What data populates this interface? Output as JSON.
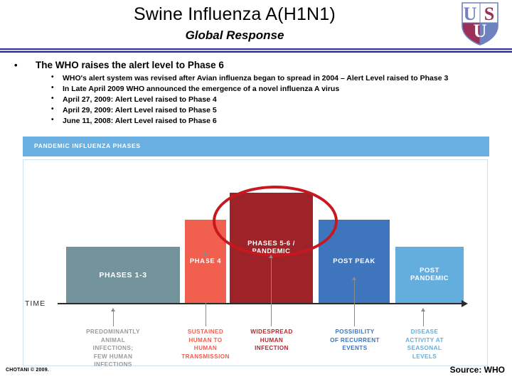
{
  "slide": {
    "title": "Swine Influenza A(H1N1)",
    "subtitle": "Global Response",
    "logo_name": "usu-shield-logo"
  },
  "bullets": {
    "main": "The WHO raises the alert level to Phase 6",
    "sub": [
      "WHO's alert system was revised after Avian influenza began to spread in 2004 – Alert Level raised to  Phase 3",
      "In Late April 2009 WHO announced the emergence of a novel influenza A virus",
      "April 27, 2009:   Alert Level raised to Phase 4",
      "April 29, 2009:  Alert Level raised to Phase 5",
      "June 11, 2008:  Alert Level raised to Phase 6"
    ],
    "bullet_glyph": "•"
  },
  "figure": {
    "banner_label": "PANDEMIC INFLUENZA PHASES",
    "axis_label": "TIME",
    "banner_color": "#6ab0e2",
    "highlight_color": "#c8181f"
  },
  "chart_data": {
    "type": "bar",
    "title": "PANDEMIC INFLUENZA PHASES",
    "xlabel": "TIME",
    "ylabel": "",
    "grid": false,
    "legend": "none",
    "categories": [
      "PHASES 1-3",
      "PHASE 4",
      "PHASES 5-6 /\nPANDEMIC",
      "POST PEAK",
      "POST\nPANDEMIC"
    ],
    "values": [
      1,
      2,
      3,
      2.4,
      1.6
    ],
    "blocks": [
      {
        "label": "PHASES 1-3",
        "label_lines": [
          "PHASES 1-3"
        ],
        "color": "#74949d",
        "caption": "PREDOMINANTLY ANIMAL INFECTIONS; FEW HUMAN INFECTIONS",
        "caption_lines": [
          "PREDOMINANTLY",
          "ANIMAL",
          "INFECTIONS;",
          "FEW HUMAN",
          "INFECTIONS"
        ],
        "caption_color": "#9a9a9a"
      },
      {
        "label": "PHASE 4",
        "label_lines": [
          "PHASE 4"
        ],
        "color": "#f1604e",
        "caption": "SUSTAINED HUMAN TO HUMAN TRANSMISSION",
        "caption_lines": [
          "SUSTAINED",
          "HUMAN TO",
          "HUMAN",
          "TRANSMISSION"
        ],
        "caption_color": "#f1604e"
      },
      {
        "label": "PHASES 5-6 / PANDEMIC",
        "label_lines": [
          "PHASES 5-6 /",
          "PANDEMIC"
        ],
        "color": "#9e2328",
        "caption": "WIDESPREAD HUMAN INFECTION",
        "caption_lines": [
          "WIDESPREAD",
          "HUMAN",
          "INFECTION"
        ],
        "caption_color": "#b22a2f"
      },
      {
        "label": "POST PEAK",
        "label_lines": [
          "POST PEAK"
        ],
        "color": "#3e75bc",
        "caption": "POSSIBILITY OF RECURRENT EVENTS",
        "caption_lines": [
          "POSSIBILITY",
          "OF RECURRENT",
          "EVENTS"
        ],
        "caption_color": "#3e75bc"
      },
      {
        "label": "POST PANDEMIC",
        "label_lines": [
          "POST",
          "PANDEMIC"
        ],
        "color": "#63aedc",
        "caption": "DISEASE ACTIVITY AT SEASONAL LEVELS",
        "caption_lines": [
          "DISEASE",
          "ACTIVITY AT",
          "SEASONAL",
          "LEVELS"
        ],
        "caption_color": "#63aedc"
      }
    ]
  },
  "footer": {
    "left": "CHOTANI © 2009.",
    "right": "Source: WHO"
  }
}
